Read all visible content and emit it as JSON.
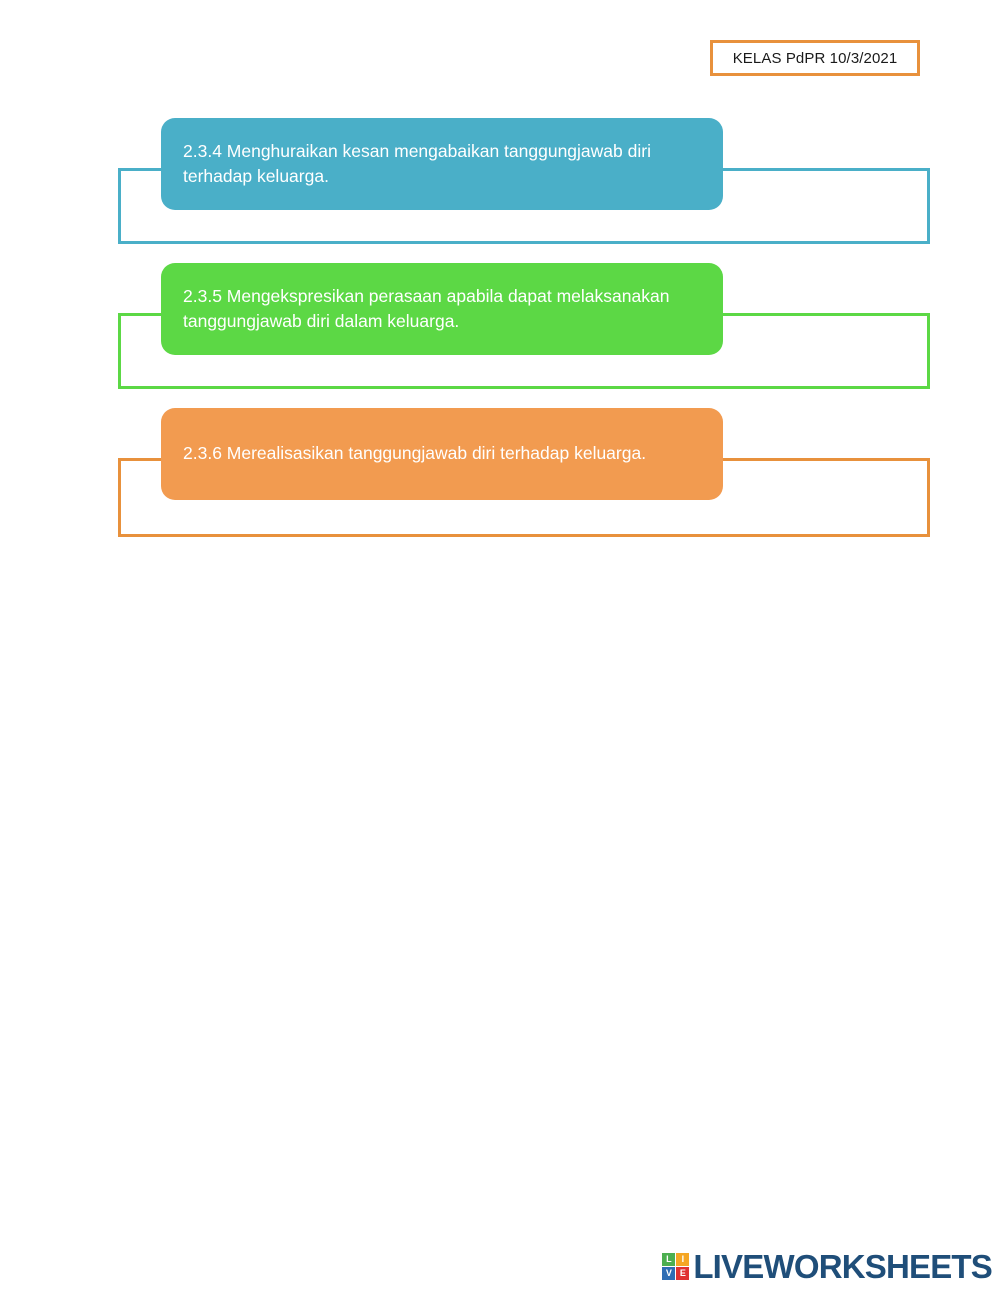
{
  "header": {
    "badge_text": "KELAS PdPR 10/3/2021"
  },
  "objectives": [
    {
      "id": "2.3.4",
      "text": "2.3.4 Menghuraikan kesan mengabaikan tanggungjawab diri terhadap keluarga.",
      "color": "#4AAFC8",
      "frame_color": "#4AAFC8"
    },
    {
      "id": "2.3.5",
      "text": "2.3.5 Mengekspresikan perasaan apabila dapat melaksanakan tanggungjawab diri dalam keluarga.",
      "color": "#5CD845",
      "frame_color": "#5CD845"
    },
    {
      "id": "2.3.6",
      "text": "2.3.6 Merealisasikan tanggungjawab diri terhadap keluarga.",
      "color": "#F29B50",
      "frame_color": "#E8913C"
    }
  ],
  "footer": {
    "logo_cells": [
      "L",
      "I",
      "V",
      "E"
    ],
    "wordmark": "LIVEWORKSHEETS",
    "wordmark_color": "#1F4E79"
  }
}
